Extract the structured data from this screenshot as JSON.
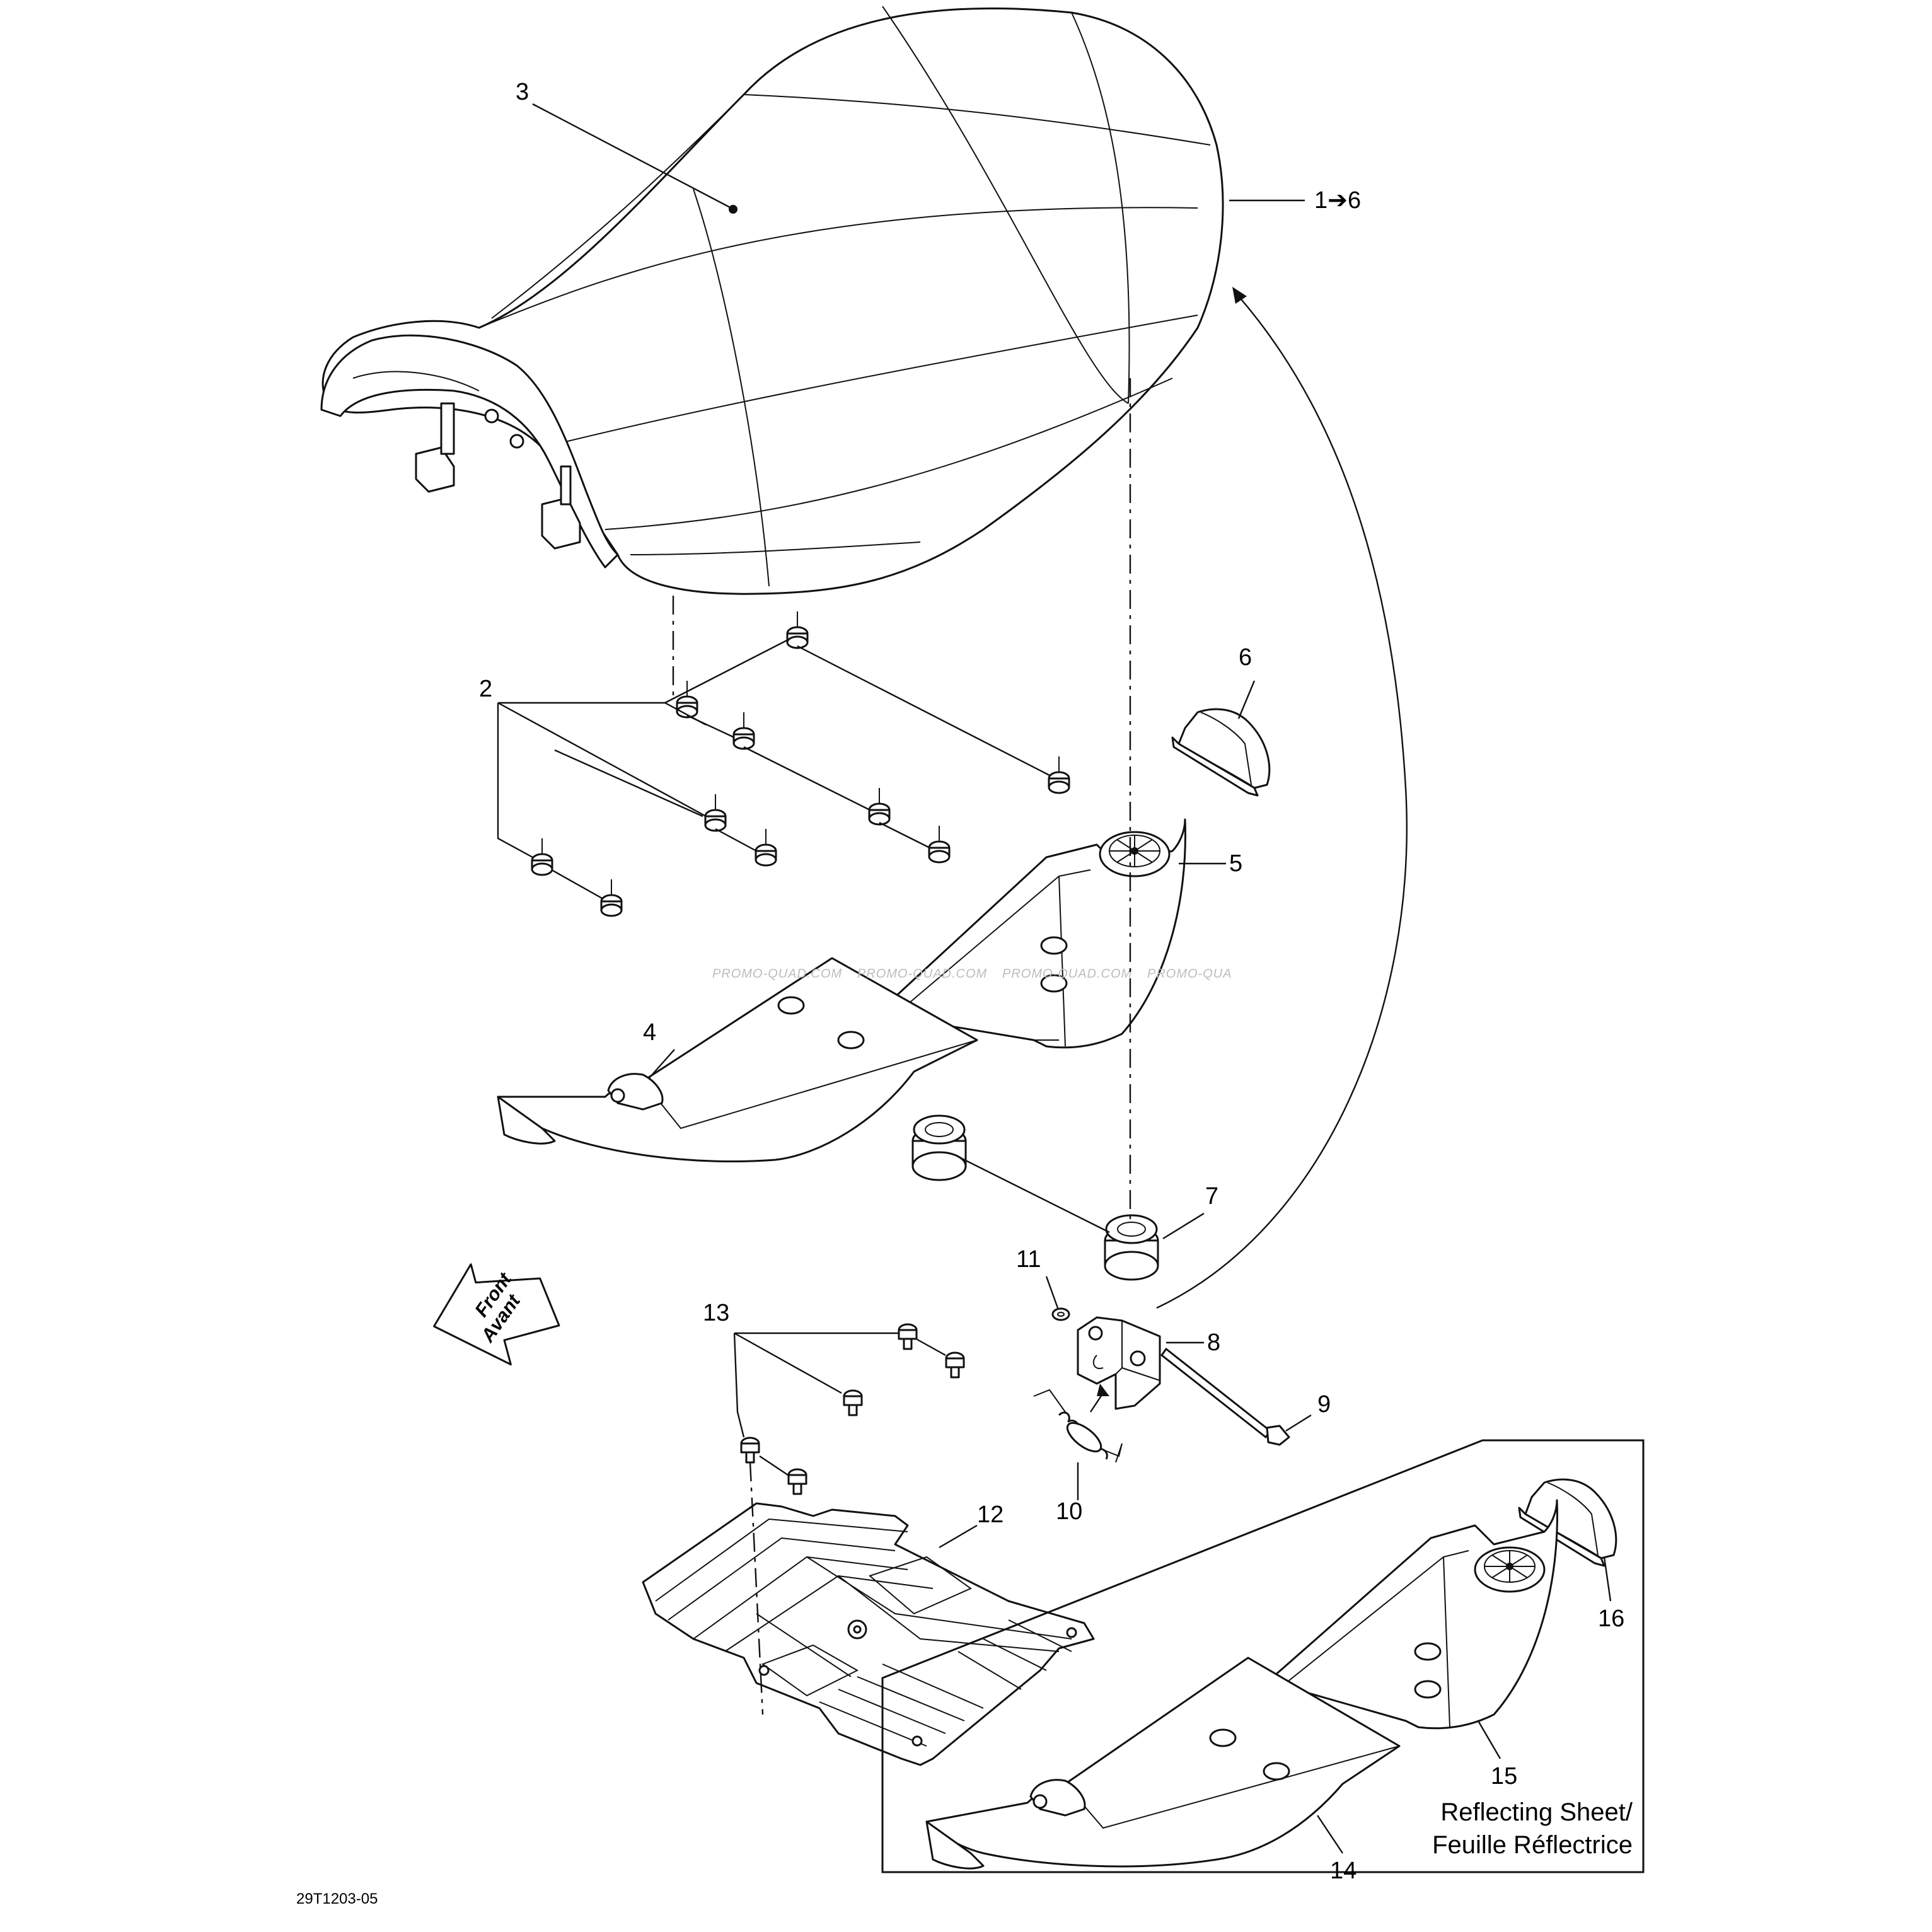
{
  "callouts": {
    "c1_6": "1➔6",
    "c2": "2",
    "c3": "3",
    "c4": "4",
    "c5": "5",
    "c6": "6",
    "c7": "7",
    "c8": "8",
    "c9": "9",
    "c10": "10",
    "c11": "11",
    "c12": "12",
    "c13": "13",
    "c14": "14",
    "c15": "15",
    "c16": "16"
  },
  "direction_arrow": {
    "line1": "Front",
    "line2": "Avant"
  },
  "inset_caption": {
    "line1": "Reflecting Sheet/",
    "line2": "Feuille Réflectrice"
  },
  "watermarks": [
    "PROMO-QUAD.COM",
    "PROMO-QUAD.COM",
    "PROMO-QUAD.COM",
    "PROMO-QUA"
  ],
  "drawing_number": "29T1203-05"
}
